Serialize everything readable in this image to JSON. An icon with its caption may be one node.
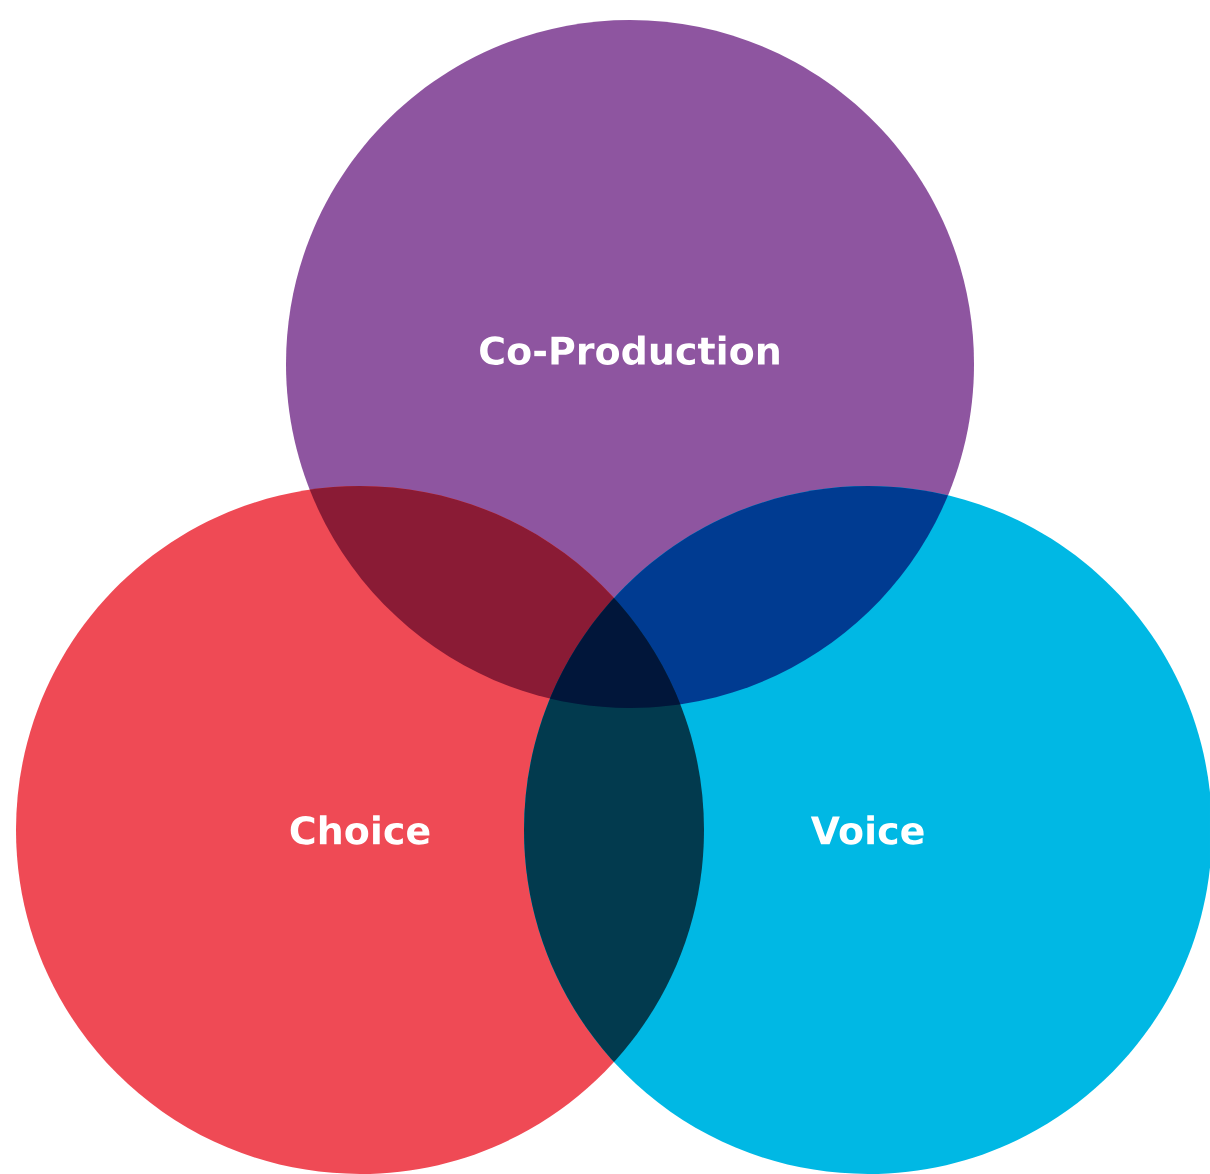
{
  "diagram": {
    "nodes": [
      {
        "text": [
          "Co-Production"
        ]
      },
      {
        "text": [
          "Choice"
        ]
      },
      {
        "text": [
          "Voice"
        ]
      }
    ]
  }
}
